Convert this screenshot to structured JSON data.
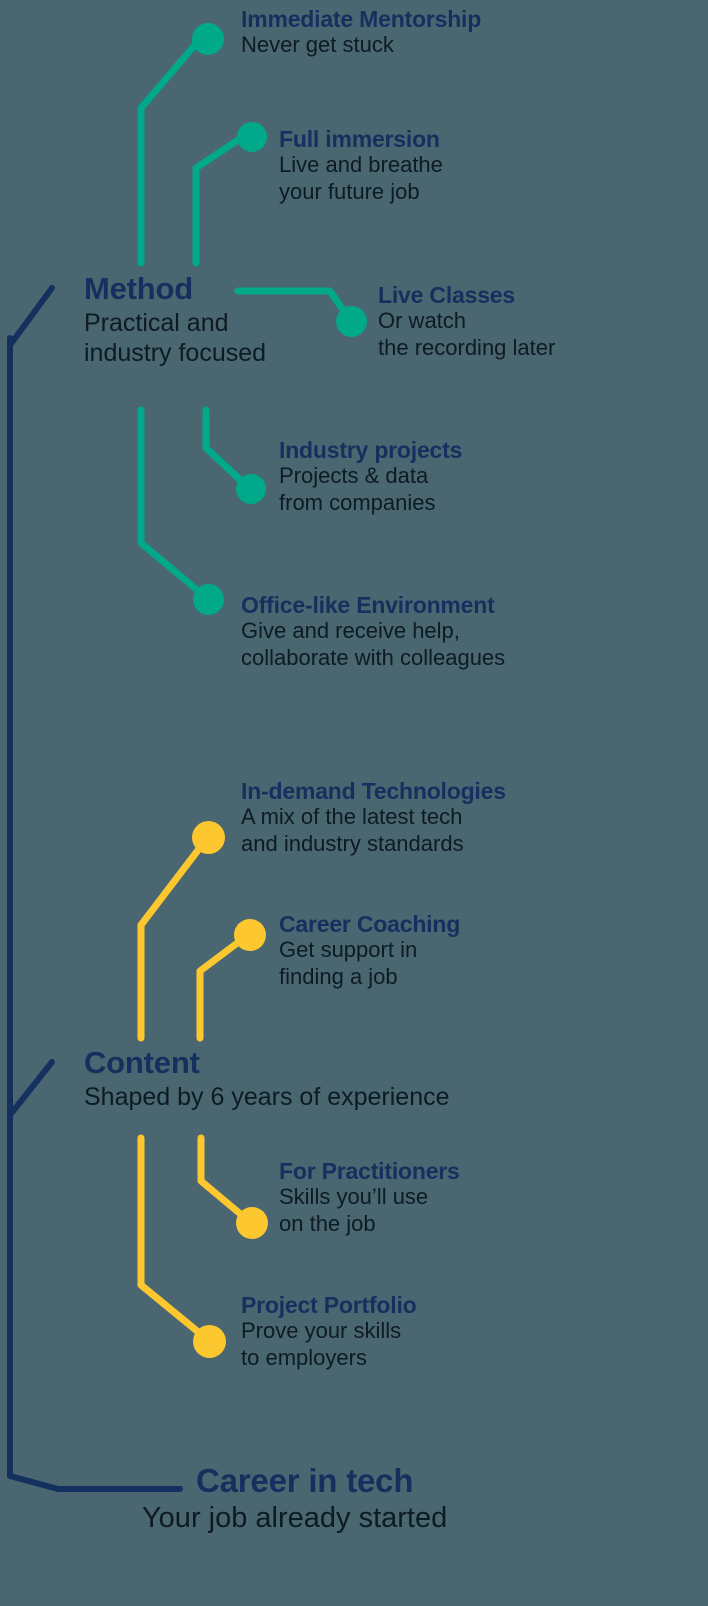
{
  "meta": {
    "background_color": "#4a6670",
    "navy": "#14305f",
    "green": "#00a98a",
    "yellow": "#fdc82f",
    "body_text_color": "#0d1b22"
  },
  "diagram": {
    "type": "tree",
    "orientation": "vertical-spine-left",
    "trunks": [
      {
        "id": "method",
        "title": "Method",
        "desc": "Practical and\nindustry focused",
        "accent": "#00a98a",
        "children": [
          {
            "title": "Immediate Mentorship",
            "desc": "Never get stuck"
          },
          {
            "title": "Full immersion",
            "desc": "Live and breathe\nyour future job"
          },
          {
            "title": "Live Classes",
            "desc": "Or watch\nthe recording later"
          },
          {
            "title": "Industry projects",
            "desc": "Projects & data\nfrom companies"
          },
          {
            "title": "Office-like Environment",
            "desc": "Give and receive help,\ncollaborate with colleagues"
          }
        ]
      },
      {
        "id": "content",
        "title": "Content",
        "desc": "Shaped by 6 years of experience",
        "accent": "#fdc82f",
        "children": [
          {
            "title": "In-demand Technologies",
            "desc": "A mix of the latest tech\nand industry standards"
          },
          {
            "title": "Career Coaching",
            "desc": "Get support in\nfinding a job"
          },
          {
            "title": "For Practitioners",
            "desc": "Skills you’ll use\non the job"
          },
          {
            "title": "Project Portfolio",
            "desc": "Prove your skills\nto employers"
          }
        ]
      }
    ],
    "outcome": {
      "id": "career",
      "title": "Career in tech",
      "desc": "Your job already started"
    }
  },
  "nodes": {
    "immediate_mentorship": {
      "title": "Immediate Mentorship",
      "desc": "Never get stuck"
    },
    "full_immersion": {
      "title": "Full immersion",
      "desc": "Live and breathe\nyour future job"
    },
    "method": {
      "title": "Method",
      "desc": "Practical and\nindustry focused"
    },
    "live_classes": {
      "title": "Live Classes",
      "desc": "Or watch\nthe recording later"
    },
    "industry_projects": {
      "title": "Industry projects",
      "desc": "Projects & data\nfrom companies"
    },
    "office_like_environment": {
      "title": "Office-like Environment",
      "desc": "Give and receive help,\ncollaborate with colleagues"
    },
    "in_demand_technologies": {
      "title": "In-demand Technologies",
      "desc": "A mix of the latest tech\nand industry standards"
    },
    "career_coaching": {
      "title": "Career Coaching",
      "desc": "Get support in\nfinding a job"
    },
    "content": {
      "title": "Content",
      "desc": "Shaped by 6 years of experience"
    },
    "for_practitioners": {
      "title": "For Practitioners",
      "desc": "Skills you’ll use\non the job"
    },
    "project_portfolio": {
      "title": "Project Portfolio",
      "desc": "Prove your skills\nto employers"
    },
    "career_in_tech": {
      "title": "Career in tech",
      "desc": "Your job already started"
    }
  }
}
